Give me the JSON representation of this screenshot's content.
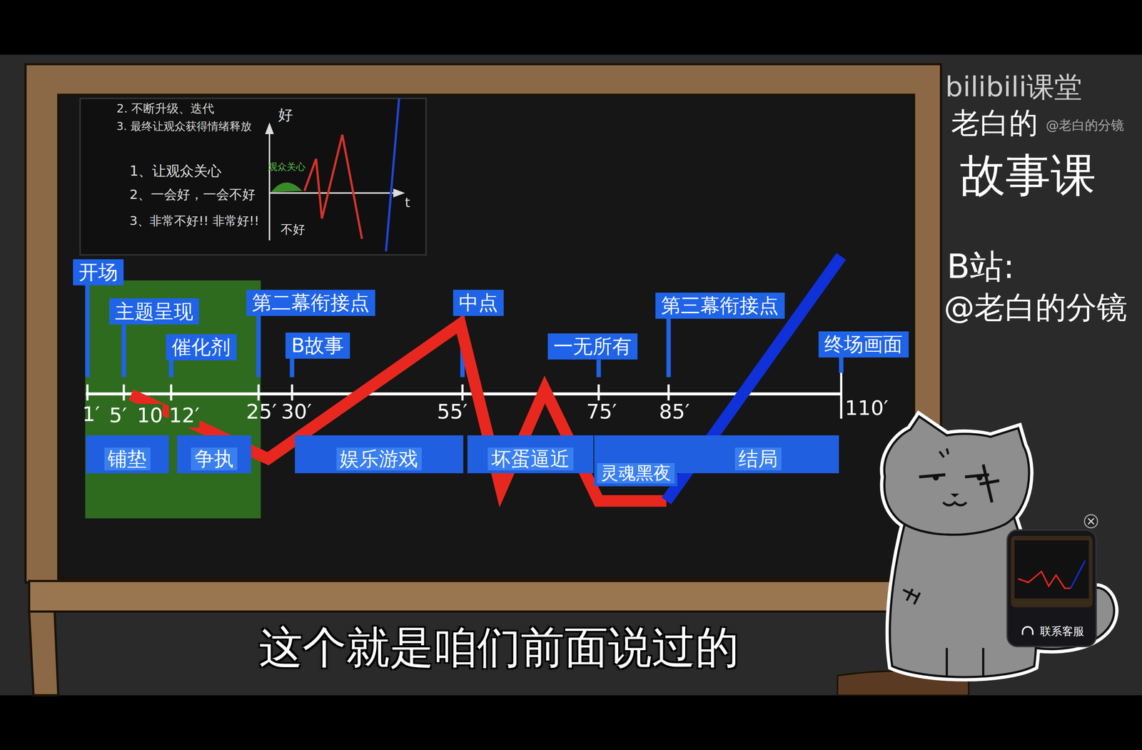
{
  "diagram": {
    "caption": "这个就是咱们前面说过的",
    "nodes": [
      {
        "text": [
          "开场"
        ]
      },
      {
        "text": [
          "主题呈现"
        ]
      },
      {
        "text": [
          "催化剂"
        ]
      },
      {
        "text": [
          "第二幕衔接点"
        ]
      },
      {
        "text": [
          "B故事"
        ]
      },
      {
        "text": [
          "中点"
        ]
      },
      {
        "text": [
          "一无所有"
        ]
      },
      {
        "text": [
          "第三幕衔接点"
        ]
      },
      {
        "text": [
          "终场画面"
        ]
      },
      {
        "text": [
          "铺垫"
        ]
      },
      {
        "text": [
          "争执"
        ]
      },
      {
        "text": [
          "娱乐游戏"
        ]
      },
      {
        "text": [
          "坏蛋逼近"
        ]
      },
      {
        "text": [
          "灵魂黑夜"
        ]
      },
      {
        "text": [
          "结局"
        ]
      }
    ],
    "labels": [
      "2. 不断升级、迭代",
      "3. 最终让观众获得情绪释放",
      "好",
      "观众关心",
      "1、让观众关心",
      "2、一会好，一会不好",
      "3、非常不好!! 非常好!!",
      "t",
      "不好",
      "1′",
      "5′",
      "10",
      "12′",
      "25′",
      "30′",
      "55′",
      "75′",
      "85′",
      "110′",
      "bilibili课堂",
      "老白的",
      "@老白的分镜",
      "故事课",
      "B站:",
      "@老白的分镜",
      "联系客服"
    ]
  }
}
